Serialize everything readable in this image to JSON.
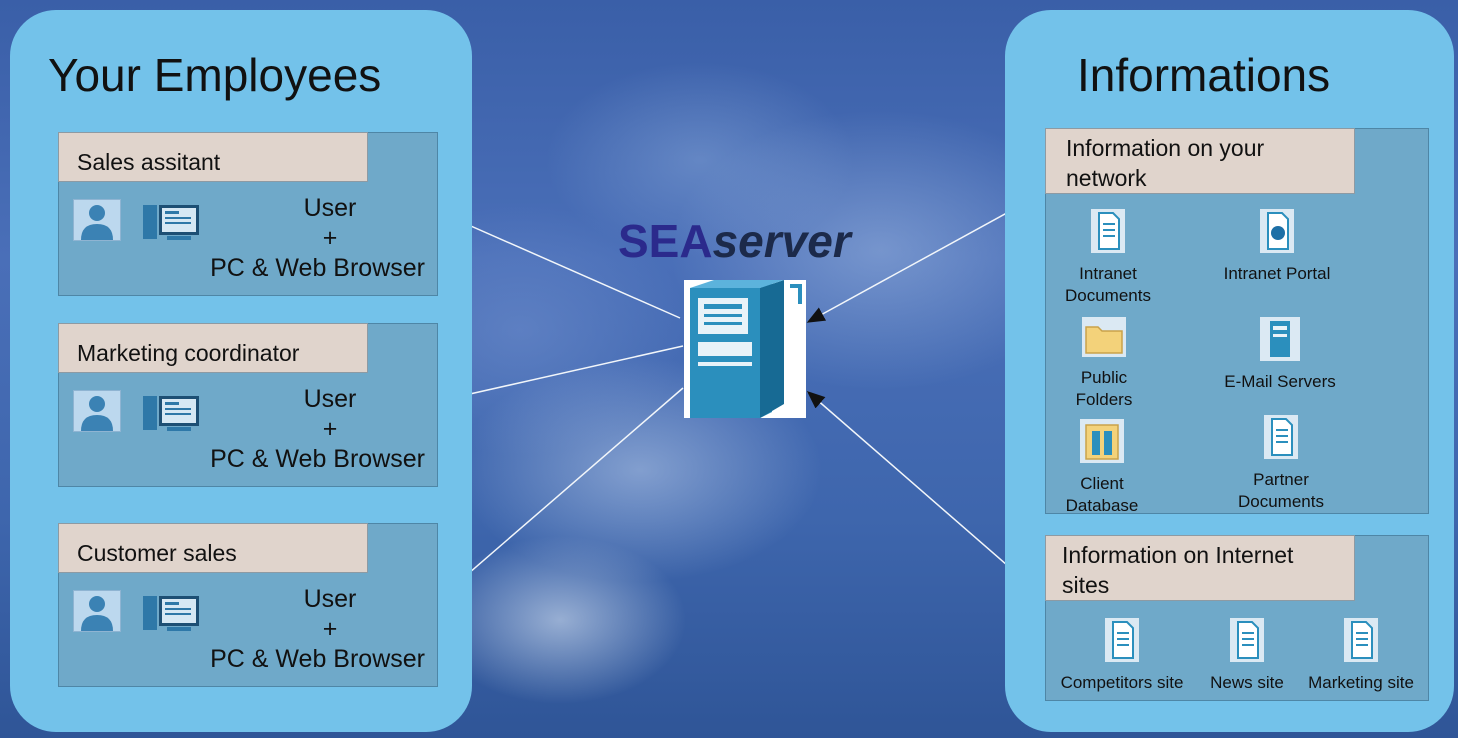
{
  "left_panel": {
    "title": "Your Employees",
    "cards": [
      {
        "role": "Sales assitant",
        "user": "User",
        "plus": "+",
        "device": "PC & Web Browser"
      },
      {
        "role": "Marketing coordinator",
        "user": "User",
        "plus": "+",
        "device": "PC & Web Browser"
      },
      {
        "role": "Customer sales",
        "user": "User",
        "plus": "+",
        "device": "PC & Web Browser"
      }
    ]
  },
  "center": {
    "brand_sea": "SEA",
    "brand_server": "server"
  },
  "right_panel": {
    "title": "Informations",
    "network_box": {
      "title_line1": "Information on your",
      "title_line2": "network",
      "items": [
        {
          "line1": "Intranet",
          "line2": "Documents",
          "icon": "document-icon"
        },
        {
          "line1": "Intranet Portal",
          "line2": "",
          "icon": "portal-icon"
        },
        {
          "line1": "Public",
          "line2": "Folders",
          "icon": "folder-icon"
        },
        {
          "line1": "E-Mail Servers",
          "line2": "",
          "icon": "server-icon"
        },
        {
          "line1": "Client",
          "line2": "Database",
          "icon": "database-icon"
        },
        {
          "line1": "Partner",
          "line2": "Documents",
          "icon": "document-icon"
        }
      ]
    },
    "internet_box": {
      "title_line1": "Information on Internet",
      "title_line2": "sites",
      "items": [
        {
          "label": "Competitors site",
          "icon": "document-icon"
        },
        {
          "label": "News site",
          "icon": "document-icon"
        },
        {
          "label": "Marketing site",
          "icon": "document-icon"
        }
      ]
    }
  },
  "colors": {
    "panel": "#73c2ea",
    "card": "#6fa9c9",
    "tab": "#e0d4cc",
    "brand_sea": "#2b2a8c"
  }
}
